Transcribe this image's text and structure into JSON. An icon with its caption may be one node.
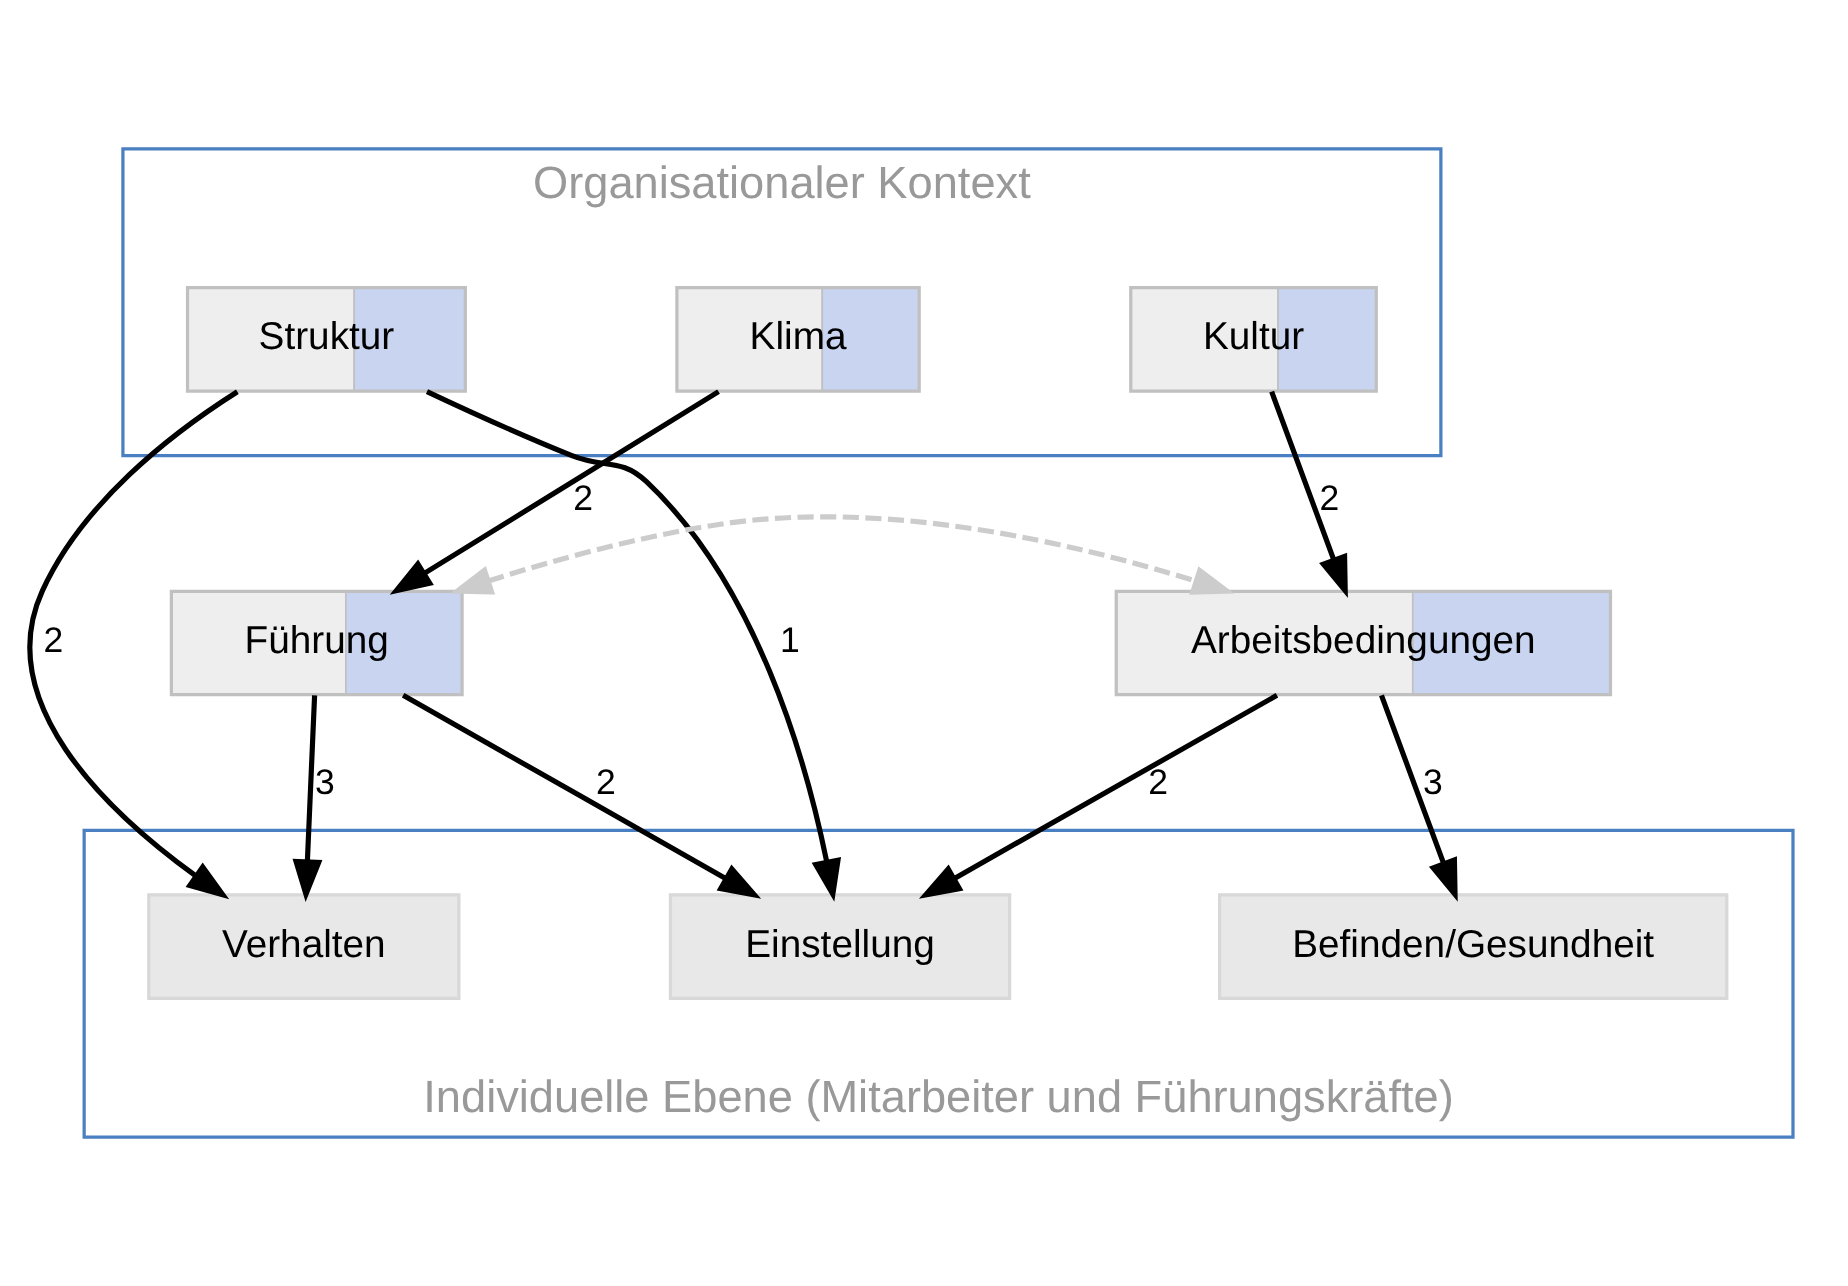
{
  "diagram": {
    "nodes": [
      {
        "text": [
          "Organisationaler Kontext"
        ]
      },
      {
        "text": [
          "Struktur"
        ],
        "in": 0
      },
      {
        "text": [
          "Klima"
        ],
        "in": 0
      },
      {
        "text": [
          "Kultur"
        ],
        "in": 0
      },
      {
        "text": [
          "Führung"
        ]
      },
      {
        "text": [
          "Arbeitsbedingungen"
        ]
      },
      {
        "text": [
          "Individuelle Ebene (Mitarbeiter und Führungskräfte)"
        ]
      },
      {
        "text": [
          "Einstellung"
        ],
        "in": 6
      },
      {
        "text": [
          "Verhalten"
        ],
        "in": 6
      },
      {
        "text": [
          "Befinden/Gesundheit"
        ],
        "in": 6
      }
    ],
    "edges": [
      {
        "from": 1,
        "to": 7,
        "arrow": "to",
        "label": "1"
      },
      {
        "from": 2,
        "to": 4,
        "arrow": "to",
        "label": "2"
      },
      {
        "from": 3,
        "to": 5,
        "arrow": "to",
        "label": "2"
      },
      {
        "from": 4,
        "to": 7,
        "arrow": "to",
        "label": "2"
      },
      {
        "from": 5,
        "to": 7,
        "arrow": "to",
        "label": "2"
      },
      {
        "from": 1,
        "to": 8,
        "arrow": "to",
        "label": "2"
      },
      {
        "from": 4,
        "to": 8,
        "arrow": "to",
        "label": "3"
      },
      {
        "from": 5,
        "to": 9,
        "arrow": "to",
        "label": "3"
      },
      {
        "from": 4,
        "to": 5,
        "arrow": "both",
        "style": "dashed",
        "color": "#cccccc"
      }
    ]
  }
}
